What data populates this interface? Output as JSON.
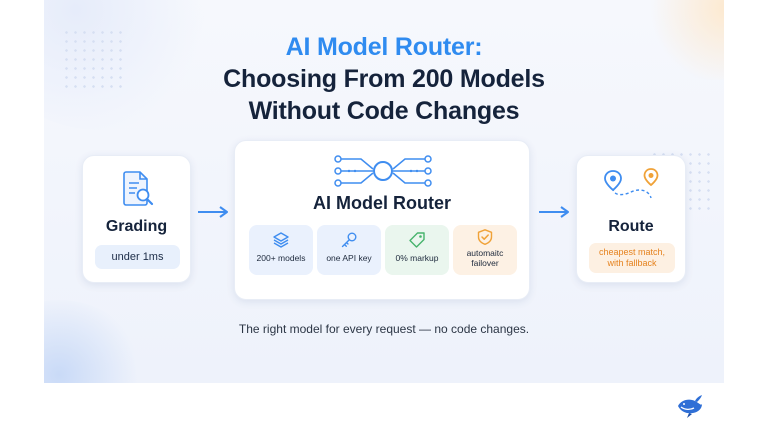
{
  "title": {
    "line1": "AI Model Router:",
    "line2": "Choosing From 200 Models",
    "line3": "Without Code Changes"
  },
  "grading": {
    "icon": "document-search-icon",
    "title": "Grading",
    "pill": "under 1ms"
  },
  "router": {
    "icon": "network-hub-icon",
    "title": "AI Model Router",
    "features": [
      {
        "icon": "layers-icon",
        "label": "200+ models",
        "color": "#eaf1fd",
        "icon_color": "#3f8df0"
      },
      {
        "icon": "key-icon",
        "label": "one API key",
        "color": "#eaf1fd",
        "icon_color": "#3f8df0"
      },
      {
        "icon": "tag-icon",
        "label": "0% markup",
        "color": "#eaf6ee",
        "icon_color": "#46b36b"
      },
      {
        "icon": "shield-check-icon",
        "label_line1": "automaitc",
        "label_line2": "failover",
        "color": "#fdf1e4",
        "icon_color": "#f0a238"
      }
    ]
  },
  "route": {
    "icon": "route-pins-icon",
    "title": "Route",
    "pill_line1": "cheapest match,",
    "pill_line2": "with fallback"
  },
  "caption": "The right model for every request — no code changes.",
  "colors": {
    "accent_blue": "#2f8bf0",
    "heading_dark": "#15233b",
    "pill_blue_bg": "#e8f0fc",
    "pill_orange_bg": "#fdf0e2",
    "pill_orange_text": "#e5821e"
  },
  "brand_icon": "whale-logo-icon"
}
